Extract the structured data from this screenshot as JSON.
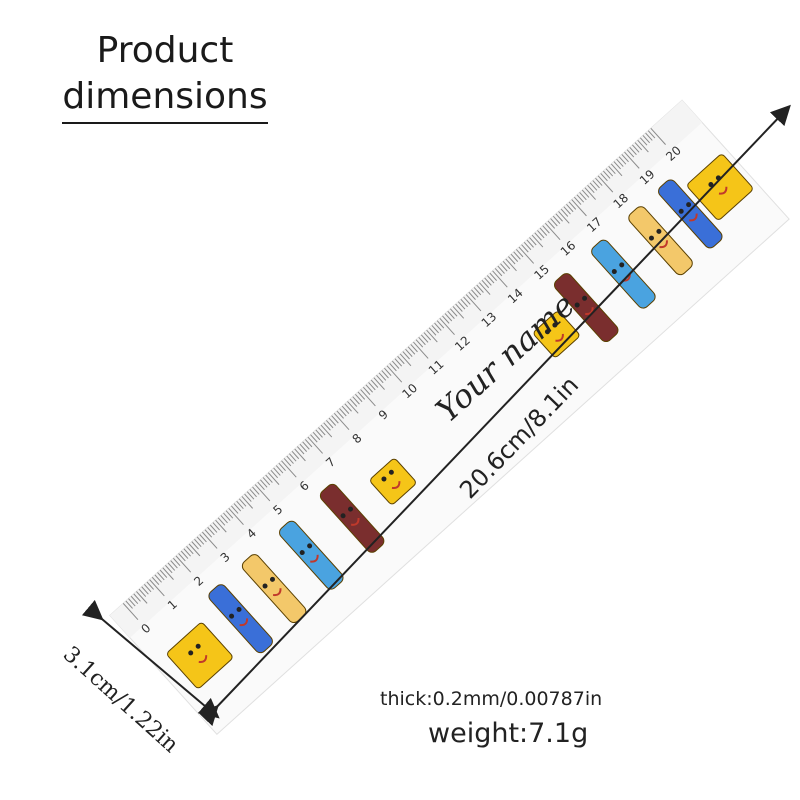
{
  "title": {
    "line1": "Product",
    "line2": "dimensions"
  },
  "ruler": {
    "name_text": "Your name",
    "scale_numbers": [
      "0",
      "1",
      "2",
      "3",
      "4",
      "5",
      "6",
      "7",
      "8",
      "9",
      "10",
      "11",
      "12",
      "13",
      "14",
      "15",
      "16",
      "17",
      "18",
      "19",
      "20"
    ],
    "characters": [
      {
        "kind": "sticky-note",
        "color": "#f5c518"
      },
      {
        "kind": "marker",
        "color": "#3a6fd8"
      },
      {
        "kind": "pencil",
        "color": "#f3c86a"
      },
      {
        "kind": "pencil",
        "color": "#4aa3e0"
      },
      {
        "kind": "fountain-pen",
        "color": "#7a2e2e"
      },
      {
        "kind": "eraser",
        "color": "#f5c518"
      },
      {
        "kind": "eraser",
        "color": "#f5c518"
      },
      {
        "kind": "fountain-pen",
        "color": "#7a2e2e"
      },
      {
        "kind": "pencil",
        "color": "#4aa3e0"
      },
      {
        "kind": "pencil",
        "color": "#f3c86a"
      },
      {
        "kind": "marker",
        "color": "#3a6fd8"
      },
      {
        "kind": "sticky-note",
        "color": "#f5c518"
      }
    ]
  },
  "dimensions": {
    "length": "20.6cm/8.1in",
    "width": "3.1cm/1.22in",
    "thick": "thick:0.2mm/0.00787in",
    "weight": "weight:7.1g"
  }
}
